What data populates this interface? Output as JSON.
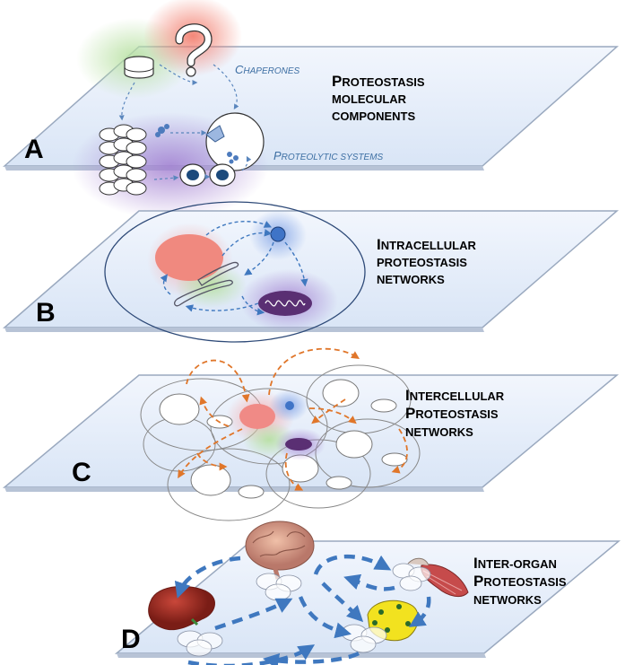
{
  "panels": [
    {
      "letter": "A",
      "title_lines": [
        [
          {
            "cap": "P",
            "rest": "ROTEOSTASIS"
          }
        ],
        [
          {
            "cap": "",
            "rest": "MOLECULAR"
          }
        ],
        [
          {
            "cap": "",
            "rest": "COMPONENTS"
          }
        ]
      ],
      "labels": [
        {
          "cap": "C",
          "rest": "HAPERONES"
        },
        {
          "cap": "P",
          "rest": "ROTEOLYTIC SYSTEMS"
        }
      ]
    },
    {
      "letter": "B",
      "title_lines": [
        [
          {
            "cap": "I",
            "rest": "NTRACELLULAR"
          }
        ],
        [
          {
            "cap": "",
            "rest": "PROTEOSTASIS"
          }
        ],
        [
          {
            "cap": "",
            "rest": "NETWORKS"
          }
        ]
      ]
    },
    {
      "letter": "C",
      "title_lines": [
        [
          {
            "cap": "I",
            "rest": "NTERCELLULAR"
          }
        ],
        [
          {
            "cap": "P",
            "rest": "ROTEOSTASIS"
          }
        ],
        [
          {
            "cap": "",
            "rest": "NETWORKS"
          }
        ]
      ]
    },
    {
      "letter": "D",
      "title_lines": [
        [
          {
            "cap": "I",
            "rest": "NTER-ORGAN"
          }
        ],
        [
          {
            "cap": "P",
            "rest": "ROTEOSTASIS"
          }
        ],
        [
          {
            "cap": "",
            "rest": "NETWORKS"
          }
        ]
      ]
    }
  ],
  "colors": {
    "plane_fill": "#e6eefb",
    "plane_edge": "#9aa9bf",
    "arrow_blue": "#3f78bf",
    "arrow_orange": "#e0762a",
    "nucleus_pink": "#f08080",
    "mito_purple": "#5a2f73",
    "label_blue": "#3d6fa3"
  }
}
